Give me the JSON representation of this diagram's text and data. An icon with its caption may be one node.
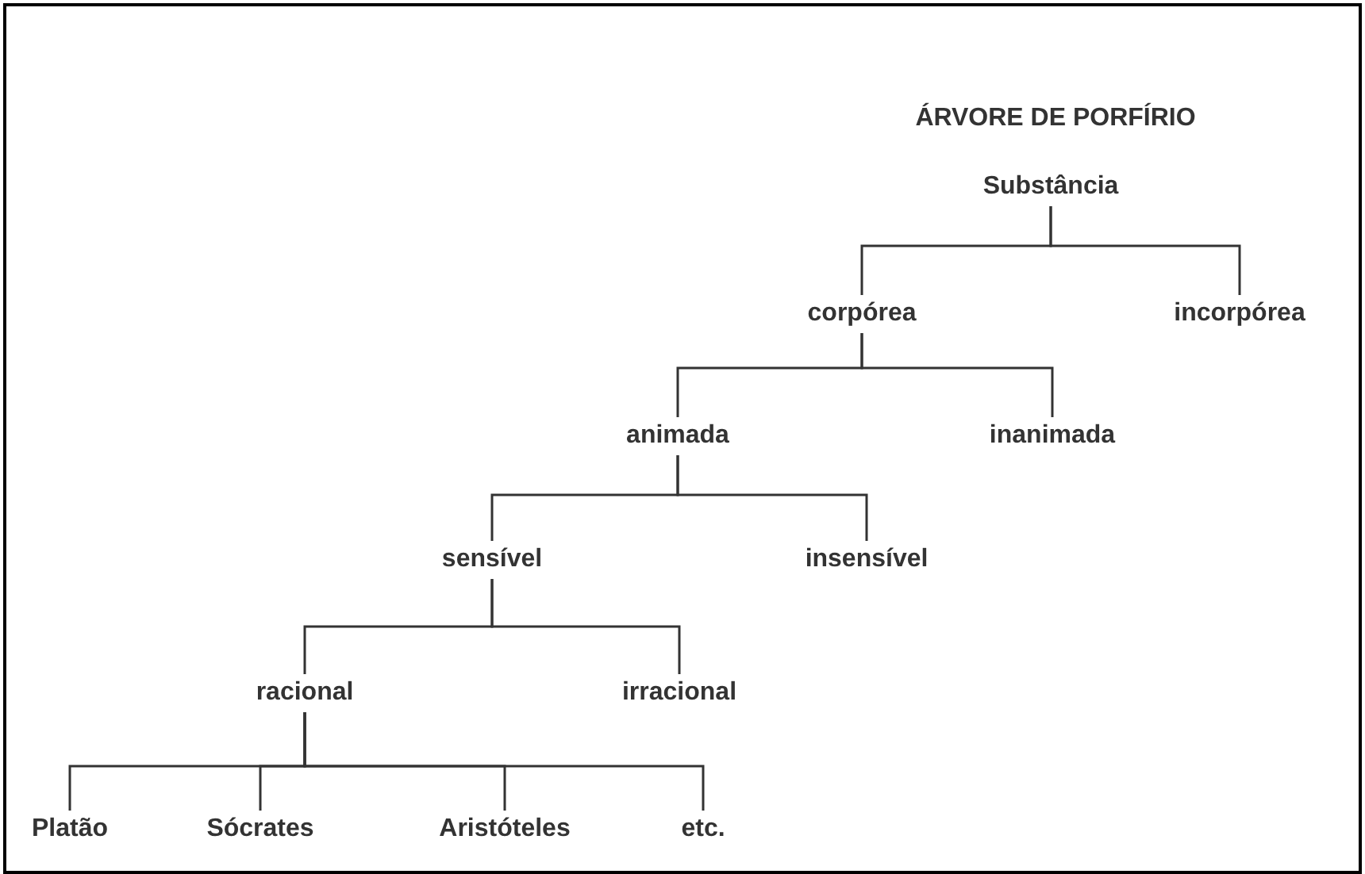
{
  "diagram": {
    "title": "ÁRVORE DE PORFÍRIO",
    "nodes": [
      {
        "text": [
          "Substância"
        ]
      },
      {
        "text": [
          "corpórea"
        ]
      },
      {
        "text": [
          "incorpórea"
        ]
      },
      {
        "text": [
          "animada"
        ]
      },
      {
        "text": [
          "inanimada"
        ]
      },
      {
        "text": [
          "sensível"
        ]
      },
      {
        "text": [
          "insensível"
        ]
      },
      {
        "text": [
          "racional"
        ]
      },
      {
        "text": [
          "irracional"
        ]
      },
      {
        "text": [
          "Platão"
        ]
      },
      {
        "text": [
          "Sócrates"
        ]
      },
      {
        "text": [
          "Aristóteles"
        ]
      },
      {
        "text": [
          "etc."
        ]
      }
    ],
    "edges": [
      {
        "from": 0,
        "to": 1,
        "arrow": "none"
      },
      {
        "from": 0,
        "to": 2,
        "arrow": "none"
      },
      {
        "from": 1,
        "to": 3,
        "arrow": "none"
      },
      {
        "from": 1,
        "to": 4,
        "arrow": "none"
      },
      {
        "from": 3,
        "to": 5,
        "arrow": "none"
      },
      {
        "from": 3,
        "to": 6,
        "arrow": "none"
      },
      {
        "from": 5,
        "to": 7,
        "arrow": "none"
      },
      {
        "from": 5,
        "to": 8,
        "arrow": "none"
      },
      {
        "from": 7,
        "to": 9,
        "arrow": "none"
      },
      {
        "from": 7,
        "to": 10,
        "arrow": "none"
      },
      {
        "from": 7,
        "to": 11,
        "arrow": "none"
      },
      {
        "from": 7,
        "to": 12,
        "arrow": "none"
      }
    ]
  }
}
